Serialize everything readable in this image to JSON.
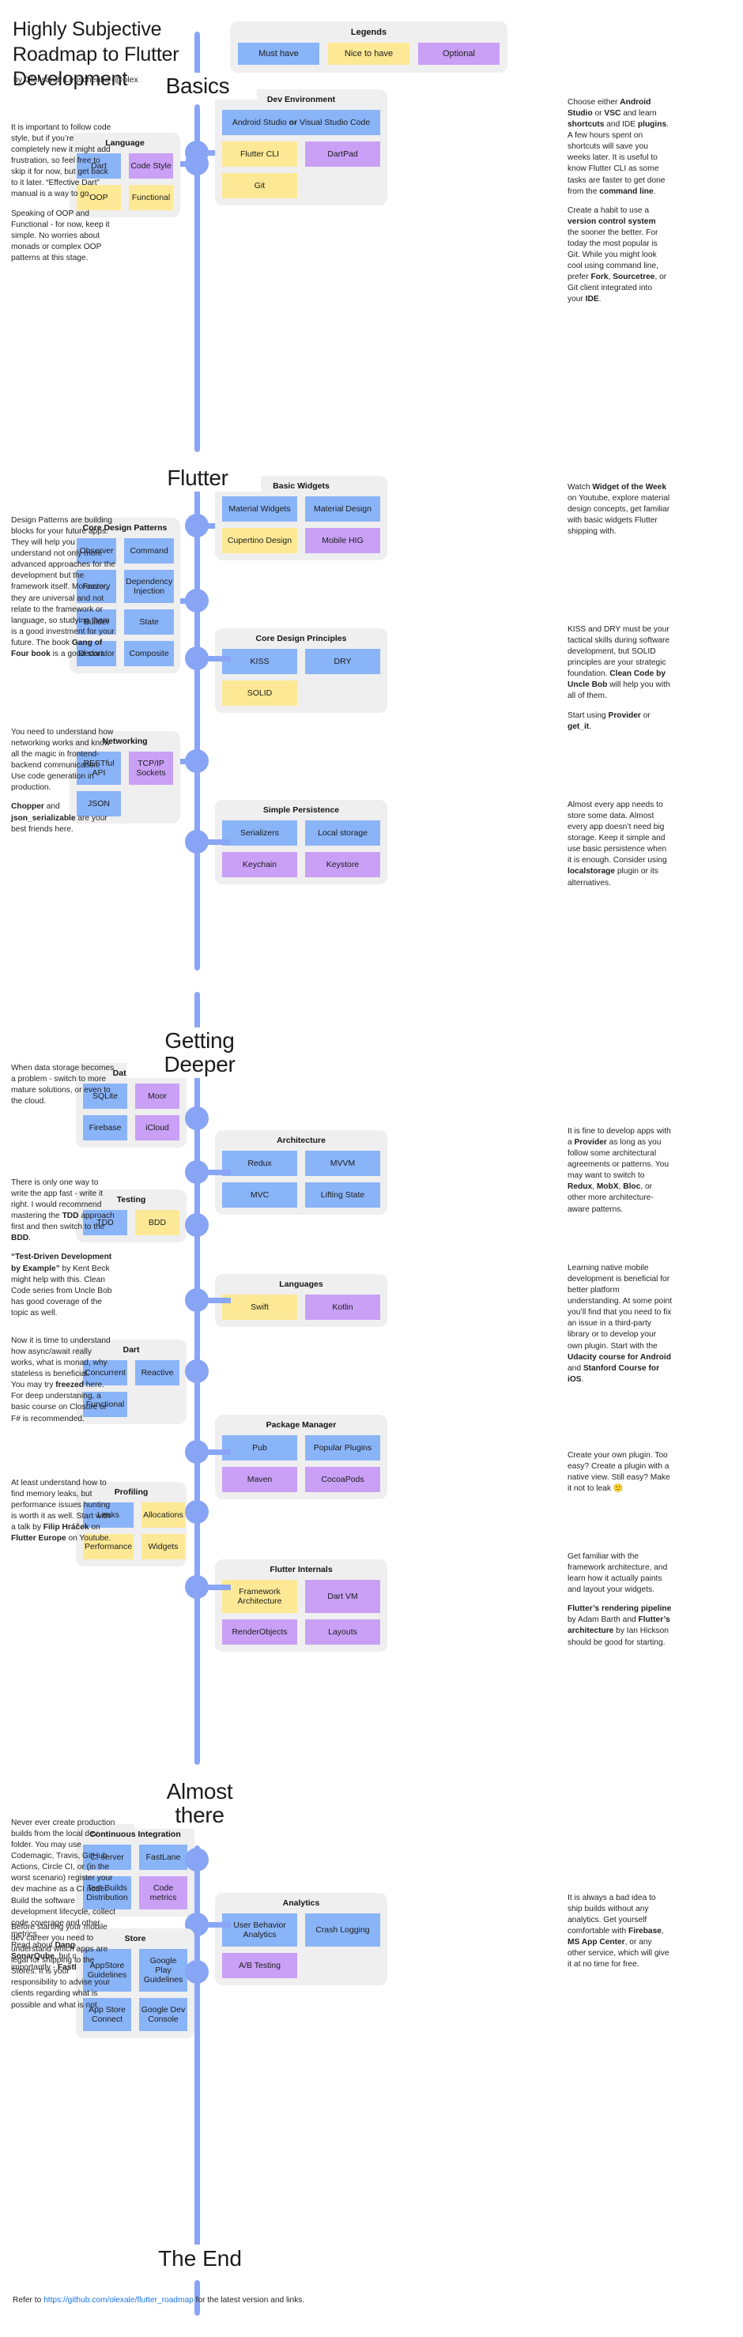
{
  "header": {
    "title": "Highly Subjective Roadmap to Flutter Development",
    "byline": "by Oleksandr Leuschenko (@olexale)"
  },
  "legend": {
    "title": "Legends",
    "items": [
      {
        "label": "Must have",
        "color": "#8ab4f8"
      },
      {
        "label": "Nice to have",
        "color": "#fde995"
      },
      {
        "label": "Optional",
        "color": "#c9a0f5"
      }
    ]
  },
  "sections": [
    {
      "id": "basics",
      "label": "Basics"
    },
    {
      "id": "flutter",
      "label": "Flutter"
    },
    {
      "id": "deeper",
      "label": "Getting Deeper"
    },
    {
      "id": "almost",
      "label": "Almost there"
    },
    {
      "id": "end",
      "label": "The End"
    }
  ],
  "cards": {
    "dev_environment": {
      "title": "Dev Environment",
      "chips": [
        {
          "label": "Android Studio or Visual Studio Code",
          "color": "blue",
          "wide": true
        },
        {
          "label": "Flutter CLI",
          "color": "yellow"
        },
        {
          "label": "DartPad",
          "color": "purple"
        },
        {
          "label": "Git",
          "color": "yellow"
        }
      ]
    },
    "language": {
      "title": "Language",
      "chips": [
        {
          "label": "Dart",
          "color": "blue"
        },
        {
          "label": "Code Style",
          "color": "purple"
        },
        {
          "label": "OOP",
          "color": "yellow"
        },
        {
          "label": "Functional",
          "color": "yellow"
        }
      ]
    },
    "basic_widgets": {
      "title": "Basic Widgets",
      "chips": [
        {
          "label": "Material Widgets",
          "color": "blue"
        },
        {
          "label": "Material Design",
          "color": "blue"
        },
        {
          "label": "Cupertino Design",
          "color": "yellow"
        },
        {
          "label": "Mobile HIG",
          "color": "purple"
        }
      ]
    },
    "core_design_patterns": {
      "title": "Core Design Patterns",
      "chips": [
        {
          "label": "Observer",
          "color": "blue"
        },
        {
          "label": "Command",
          "color": "blue"
        },
        {
          "label": "Factory",
          "color": "blue"
        },
        {
          "label": "Dependency Injection",
          "color": "blue"
        },
        {
          "label": "Builder",
          "color": "blue"
        },
        {
          "label": "State",
          "color": "blue"
        },
        {
          "label": "Decorator",
          "color": "blue"
        },
        {
          "label": "Composite",
          "color": "blue"
        }
      ]
    },
    "core_design_principles": {
      "title": "Core Design Principles",
      "chips": [
        {
          "label": "KISS",
          "color": "blue"
        },
        {
          "label": "DRY",
          "color": "blue"
        },
        {
          "label": "SOLID",
          "color": "yellow"
        }
      ]
    },
    "networking": {
      "title": "Networking",
      "chips": [
        {
          "label": "RESTful API",
          "color": "blue"
        },
        {
          "label": "TCP/IP Sockets",
          "color": "purple"
        },
        {
          "label": "JSON",
          "color": "blue"
        }
      ]
    },
    "simple_persistence": {
      "title": "Simple Persistence",
      "chips": [
        {
          "label": "Serializers",
          "color": "blue"
        },
        {
          "label": "Local storage",
          "color": "blue"
        },
        {
          "label": "Keychain",
          "color": "purple"
        },
        {
          "label": "Keystore",
          "color": "purple"
        }
      ]
    },
    "database": {
      "title": "Database",
      "chips": [
        {
          "label": "SQLite",
          "color": "blue"
        },
        {
          "label": "Moor",
          "color": "purple"
        },
        {
          "label": "Firebase",
          "color": "blue"
        },
        {
          "label": "iCloud",
          "color": "purple"
        }
      ]
    },
    "architecture": {
      "title": "Architecture",
      "chips": [
        {
          "label": "Redux",
          "color": "blue"
        },
        {
          "label": "MVVM",
          "color": "blue"
        },
        {
          "label": "MVC",
          "color": "blue"
        },
        {
          "label": "Lifting State",
          "color": "blue"
        }
      ]
    },
    "testing": {
      "title": "Testing",
      "chips": [
        {
          "label": "TDD",
          "color": "blue"
        },
        {
          "label": "BDD",
          "color": "yellow"
        }
      ]
    },
    "languages": {
      "title": "Languages",
      "chips": [
        {
          "label": "Swift",
          "color": "yellow"
        },
        {
          "label": "Kotlin",
          "color": "purple"
        }
      ]
    },
    "dart": {
      "title": "Dart",
      "chips": [
        {
          "label": "Concurrent",
          "color": "blue"
        },
        {
          "label": "Reactive",
          "color": "blue"
        },
        {
          "label": "Functional",
          "color": "blue"
        }
      ]
    },
    "package_manager": {
      "title": "Package Manager",
      "chips": [
        {
          "label": "Pub",
          "color": "blue"
        },
        {
          "label": "Popular Plugins",
          "color": "blue"
        },
        {
          "label": "Maven",
          "color": "purple"
        },
        {
          "label": "CocoaPods",
          "color": "purple"
        }
      ]
    },
    "profiling": {
      "title": "Profiling",
      "chips": [
        {
          "label": "Leaks",
          "color": "blue"
        },
        {
          "label": "Allocations",
          "color": "yellow"
        },
        {
          "label": "Performance",
          "color": "yellow"
        },
        {
          "label": "Widgets",
          "color": "yellow"
        }
      ]
    },
    "flutter_internals": {
      "title": "Flutter Internals",
      "chips": [
        {
          "label": "Framework Architecture",
          "color": "yellow"
        },
        {
          "label": "Dart VM",
          "color": "purple"
        },
        {
          "label": "RenderObjects",
          "color": "purple"
        },
        {
          "label": "Layouts",
          "color": "purple"
        }
      ]
    },
    "continuous_integration": {
      "title": "Continuous Integration",
      "chips": [
        {
          "label": "CI server",
          "color": "blue"
        },
        {
          "label": "FastLane",
          "color": "blue"
        },
        {
          "label": "Test Builds Distribution",
          "color": "blue"
        },
        {
          "label": "Code metrics",
          "color": "purple"
        }
      ]
    },
    "analytics": {
      "title": "Analytics",
      "chips": [
        {
          "label": "User Behavior Analytics",
          "color": "blue"
        },
        {
          "label": "Crash Logging",
          "color": "blue"
        },
        {
          "label": "A/B Testing",
          "color": "purple"
        }
      ]
    },
    "store": {
      "title": "Store",
      "chips": [
        {
          "label": "AppStore Guidelines",
          "color": "blue"
        },
        {
          "label": "Google Play Guidelines",
          "color": "blue"
        },
        {
          "label": "App Store Connect",
          "color": "blue"
        },
        {
          "label": "Google Dev Console",
          "color": "blue"
        }
      ]
    }
  },
  "notes": {
    "dev_environment": "Choose either <b>Android Studio</b> or <b>VSC</b> and learn <b>shortcuts</b> and IDE <b>plugins</b>. A few hours spent on shortcuts will save you weeks later. It is useful to know Flutter CLI as some tasks are faster to get done from the <b>command line</b>.||Create a habit to use a <b>version control system</b> the sooner the better. For today the most popular is Git. While you might look cool using command line, prefer <b>Fork</b>, <b>Sourcetree</b>, or Git client integrated into your <b>IDE</b>.",
    "language": "It is important to follow code style, but if you’re completely new it might add frustration, so feel free to skip it for now, but get back to it later. “Effective Dart” manual is a way to go.||Speaking of OOP and Functional - for now, keep it simple. No worries about monads or complex OOP patterns at this stage.",
    "basic_widgets": "Watch <b>Widget of the Week</b> on Youtube, explore material design concepts, get familiar with basic widgets Flutter shipping with.",
    "core_design_patterns": "Design Patterns are building blocks for your future apps. They will help you understand not only more advanced approaches for the development but the framework itself. Moreover, they are universal and not relate to the framework or language, so studying them is a good investment for your future. The book <b>Gang of Four book</b> is a good start.",
    "core_design_principles": "KISS and DRY must be your tactical skills during software development, but SOLID principles are your strategic foundation. <b>Clean Code by Uncle Bob</b> will help you with all of them.||Start using <b>Provider</b> or <b>get_it</b>.",
    "networking": "You need to understand how networking works and know all the magic in frontend-backend communication. Use code generation in production.||<b>Chopper</b> and <b>json_serializable</b> are your best friends here.",
    "simple_persistence": "Almost every app needs to store some data. Almost every app doesn’t need big storage. Keep it simple and use basic persistence when it is enough. Consider using <b>localstorage</b> plugin or its alternatives.",
    "database": "When data storage becomes a problem - switch to more mature solutions, or even to the cloud.",
    "architecture": "It is fine to develop apps with a <b>Provider</b> as long as you follow some architectural agreements or patterns. You may want to switch to <b>Redux</b>, <b>MobX</b>, <b>Bloc</b>, or other more architecture-aware patterns.",
    "testing": "There is only one way to write the app fast - write it right. I would recommend mastering the <b>TDD</b> approach first and then switch to the <b>BDD</b>.||<b>“Test-Driven Development by Example”</b> by Kent Beck might help with this. Clean Code series from Uncle Bob has good coverage of the topic as well.",
    "languages": "Learning native mobile development is beneficial for better platform understanding. At some point you’ll find that you need to fix an issue in a third-party library or to develop your own plugin. Start with the <b>Udacity course for Android</b> and <b>Stanford Course for iOS</b>.",
    "dart": "Now it is time to understand how async/await really works, what is monad, why stateless is beneficial.<br>You may try <b>freezed</b> here.<br>For deep understaning, a basic course on Closure or F# is recommended.",
    "package_manager": "Create your own plugin. Too easy? Create a plugin with a native view. Still easy? Make it not to leak 🙂",
    "profiling": "At least understand how to find memory leaks, but performance issues hunting is worth it as well. Start with a talk by <b>Filip Hráček</b> on <b>Flutter Europe</b> on Youtube.",
    "flutter_internals": "Get familiar with the framework architecture, and learn how it actually paints and layout your widgets.||<b>Flutter’s rendering pipeline</b> by Adam Barth and <b>Flutter’s architecture</b> by Ian Hickson should be good for starting.",
    "continuous_integration": "Never ever create production builds from the local dev folder. You may use Codemagic, Travis, GitHub Actions, Circle CI, or (in the worst scenario) register your dev machine as a CI node. Build the software development lifecycle, collect code coverage and other metrics.<br>Read about <b>Danger</b>, <b>SonarQube</b>, but most importantly - <b>FastLane</b>.",
    "analytics": "It is always a bad idea to ship builds without any analytics. Get yourself comfortable with <b>Firebase</b>, <b>MS App Center</b>, or any other service, which will give it at no time for free.",
    "store": "Before starting your mobile dev career you need to understand which apps are legal for shipping to the Stores. It is your responsibility to advise your clients regarding what is possible and what is not."
  },
  "footer": {
    "prefix": "Refer to ",
    "link": "https://github.com/olexale/flutter_roadmap",
    "suffix": " for the latest version and links."
  }
}
